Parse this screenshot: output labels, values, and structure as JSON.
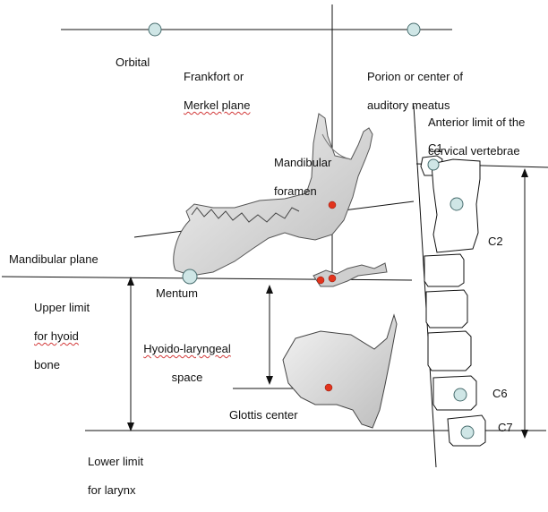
{
  "labels": {
    "orbital": "Orbital",
    "frankfort_line1": "Frankfort or",
    "frankfort_line2": "Merkel plane",
    "porion_line1": "Porion or center of",
    "porion_line2": "auditory meatus",
    "anterior_line1": "Anterior limit of the",
    "anterior_line2": "cervical vertebrae",
    "mandibular_foramen_line1": "Mandibular",
    "mandibular_foramen_line2": "foramen",
    "c1": "C1",
    "c2": "C2",
    "mandibular_plane": "Mandibular plane",
    "mentum": "Mentum",
    "upper_limit_line1": "Upper limit",
    "upper_limit_line2": "for hyoid",
    "upper_limit_line3": "bone",
    "hyoido_line1": "Hyoido-laryngeal",
    "hyoido_line2": "space",
    "c6": "C6",
    "glottis_center": "Glottis center",
    "c7": "C7",
    "lower_limit_line1": "Lower limit",
    "lower_limit_line2": "for larynx"
  },
  "colors": {
    "landmark_fill": "#cfe6e6",
    "landmark_stroke": "#4a6f70",
    "red_point": "#e2341d",
    "line": "#111111",
    "bone_fill": "#e6e6e6",
    "bone_stroke": "#444444"
  }
}
